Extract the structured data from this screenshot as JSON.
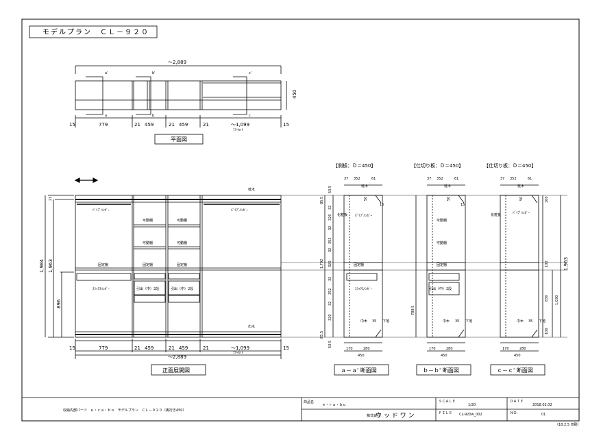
{
  "title": "モデルプラン　ＣＬ－９２０",
  "plan": {
    "overall": "～2,889",
    "depth": "450",
    "sections": [
      "a'",
      "b'",
      "c'",
      "a",
      "b",
      "c"
    ],
    "dims": [
      "15",
      "779",
      "21",
      "459",
      "21",
      "459",
      "21",
      "～1,099",
      "15"
    ],
    "free_cut": "ﾌﾘｰｶｯﾄ",
    "label": "平面図"
  },
  "elevation": {
    "label": "正面展開図",
    "overall": "～2,889",
    "free_cut": "ﾌﾘｰｶｯﾄ",
    "dims": [
      "15",
      "779",
      "21",
      "459",
      "21",
      "459",
      "21",
      "～1,099",
      "15"
    ],
    "left_dims": [
      "21",
      "1,963",
      "1,984",
      "896"
    ],
    "labels": {
      "top_rail": "枕木",
      "bottom_rail": "巾木",
      "pipe_hanger": "ﾊﾟｲﾌﾟﾊﾝｶﾞｰ",
      "movable_shelf": "可動棚",
      "fixed_shelf": "固定棚",
      "slacks_hanger": "ｽﾗｯｸｽﾊﾝｶﾞｰ",
      "drawer": "引出（中）2段"
    }
  },
  "sections": [
    {
      "heading": "【側板：Ｄ＝450】",
      "label": "ａ－ａ' 断面図",
      "widths": [
        "37",
        "352",
        "61"
      ],
      "bottom": [
        "170",
        "280"
      ],
      "depth": "450"
    },
    {
      "heading": "【仕切り板：Ｄ＝450】",
      "label": "ｂ－ｂ' 断面図",
      "widths": [
        "37",
        "352",
        "61"
      ],
      "bottom": [
        "170",
        "280"
      ],
      "depth": "450"
    },
    {
      "heading": "【仕切り板：Ｄ＝450】",
      "label": "ｃ－ｃ' 断面図",
      "widths": [
        "37",
        "352",
        "61"
      ],
      "bottom": [
        "170",
        "280"
      ],
      "depth": "450"
    }
  ],
  "section_dims": {
    "a_vert": [
      "53.5",
      "85.5",
      "32",
      "320",
      "32",
      "352",
      "32",
      "320",
      "32",
      "352",
      "32",
      "320",
      "85.5",
      "53.5"
    ],
    "a_total": "1,792",
    "b_total": "789.5",
    "c_right": [
      "100",
      "100",
      "100",
      "830",
      "1,030",
      "1,963"
    ],
    "labels": {
      "top_rail": "枕木",
      "bottom_rail": "巾木",
      "baseboard": "下地",
      "side_panel": "化粧板",
      "s15": "15",
      "s35": "35",
      "s50": "50"
    }
  },
  "title_block": {
    "description": "収納内部パーツ　ｅ・ｒａ・ｂｏ　モデルプラン　ＣＬ－９２０（奥行き450）",
    "product_caption": "商品名",
    "product": "ｅ・ｒａ・ｂｏ",
    "company_caption": "株式会社",
    "company": "ウ ッ ド ワ ン",
    "scale_caption": "ＳＣＡＬＥ",
    "scale": "1/20",
    "file_caption": "ＦＩＬＥ",
    "file": "CL-920w_002",
    "date_caption": "ＤＡＴＥ",
    "date": "2018.02.02",
    "no_caption": "ＮＯ.",
    "no": "01",
    "revision": "（18.2.5 印刷）"
  }
}
